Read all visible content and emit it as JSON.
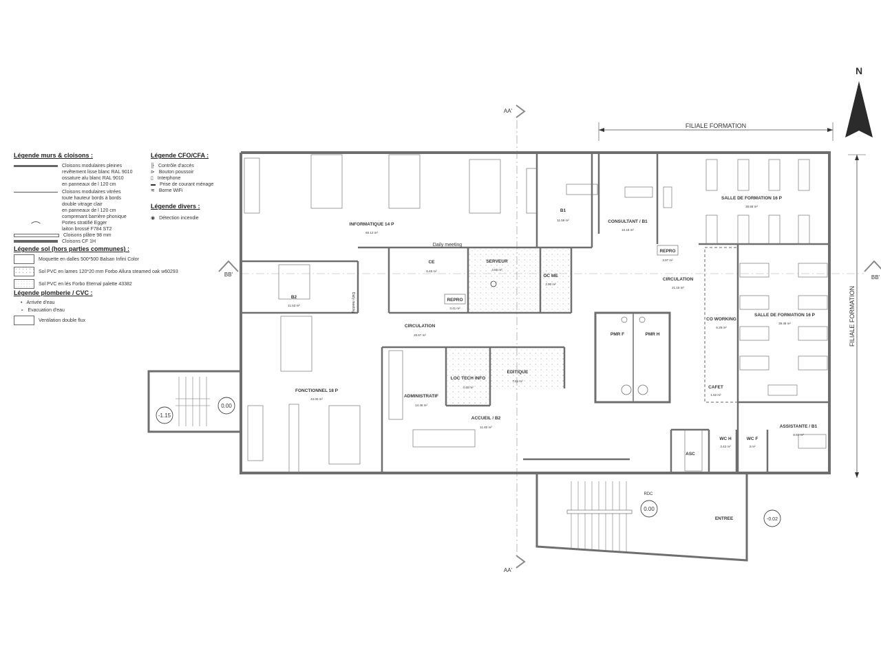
{
  "plan": {
    "north_label": "N",
    "section_marks": {
      "aa_top": "AA'",
      "aa_bottom": "AA'",
      "bb_left": "BB'",
      "bb_right": "BB'"
    },
    "dimension_horizontal": "FILIALE FORMATION",
    "dimension_vertical": "FILIALE FORMATION",
    "levels": {
      "stair_lower": "-1.15",
      "stair_landing": "0.00",
      "rdc_label": "RDC",
      "rdc": "0.00",
      "entrance": "-0.02"
    },
    "annotation_daily": "Daily meeting",
    "annotation_daily_side": "Daily meeting"
  },
  "rooms": [
    {
      "id": "informatique",
      "name": "INFORMATIQUE 14 P",
      "area": "60.12 m²"
    },
    {
      "id": "b1",
      "name": "B1",
      "area": "11.59 m²"
    },
    {
      "id": "consultant",
      "name": "CONSULTANT / B1",
      "area": "10.18 m²"
    },
    {
      "id": "salle-formation-1",
      "name": "SALLE DE FORMATION 16 P",
      "area": "30.55 m²"
    },
    {
      "id": "repro-1",
      "name": "REPRO",
      "area": "3.97 m²"
    },
    {
      "id": "ce",
      "name": "CE",
      "area": "6.46 m²"
    },
    {
      "id": "repro-2",
      "name": "REPRO",
      "area": "3.41 m²"
    },
    {
      "id": "serveur",
      "name": "SERVEUR",
      "area": "4.65 m²"
    },
    {
      "id": "ocme",
      "name": "OC ME",
      "area": "2.90 m²"
    },
    {
      "id": "b2",
      "name": "B2",
      "area": "11.53 m²"
    },
    {
      "id": "circulation-1",
      "name": "CIRCULATION",
      "area": "20.67 m²"
    },
    {
      "id": "circulation-2",
      "name": "CIRCULATION",
      "area": "21.15 m²"
    },
    {
      "id": "fonctionnel",
      "name": "FONCTIONNEL 18 P",
      "area": "43.00 m²"
    },
    {
      "id": "administratif",
      "name": "ADMINISTRATIF",
      "area": "14.46 m²"
    },
    {
      "id": "loc-tech",
      "name": "LOC TECH INFO",
      "area": "4.45 m²"
    },
    {
      "id": "editique",
      "name": "EDITIQUE",
      "area": "7.61 m²"
    },
    {
      "id": "accueil",
      "name": "ACCUEIL / B2",
      "area": "11.82 m²"
    },
    {
      "id": "pmr-f",
      "name": "PMR F",
      "area": ""
    },
    {
      "id": "pmr-h",
      "name": "PMR H",
      "area": ""
    },
    {
      "id": "coworking",
      "name": "CO WORKING",
      "area": "6.29 m²"
    },
    {
      "id": "cafet",
      "name": "CAFET",
      "area": "1.62 m²"
    },
    {
      "id": "salle-formation-2",
      "name": "SALLE DE FORMATION 16 P",
      "area": "39.48 m²"
    },
    {
      "id": "assistante",
      "name": "ASSISTANTE / B1",
      "area": "8.91 m²"
    },
    {
      "id": "asc",
      "name": "ASC",
      "area": ""
    },
    {
      "id": "wc-h",
      "name": "WC H",
      "area": "3.42 m²"
    },
    {
      "id": "wc-f",
      "name": "WC F",
      "area": "3 m²"
    },
    {
      "id": "entree",
      "name": "ENTREE",
      "area": ""
    }
  ],
  "legend": {
    "walls": {
      "title": "Légende murs & cloisons :",
      "items": [
        {
          "symbol": "wall-full",
          "text": "Cloisons modulaires pleines\nrevêtement lisse blanc RAL 9010\nossature alu blanc RAL 9010\nen panneaux de l 120 cm"
        },
        {
          "symbol": "wall-glazed",
          "text": "Cloisons modulaires vitrées\ntoute hauteur bords à bords\ndouble vitrage clair\nen panneaux de l 120 cm\ncomprenant barrière phonique"
        },
        {
          "symbol": "door",
          "text": "Portes stratifié Egger\nlaiton brossé F784 ST2"
        },
        {
          "symbol": "wall-plaster",
          "text": "Cloisons plâtre 98 mm"
        },
        {
          "symbol": "wall-cf",
          "text": "Cloisons CF 1H"
        }
      ]
    },
    "cfo": {
      "title": "Légende CFO/CFA :",
      "items": [
        {
          "icon": "access-control-icon",
          "text": "Contrôle d'accès"
        },
        {
          "icon": "push-button-icon",
          "text": "Bouton poussoir"
        },
        {
          "icon": "intercom-icon",
          "text": "Interphone"
        },
        {
          "icon": "power-outlet-icon",
          "text": "Prise de courant ménage"
        },
        {
          "icon": "wifi-icon",
          "text": "Borne WiFi"
        }
      ]
    },
    "divers": {
      "title": "Légende divers :",
      "items": [
        {
          "icon": "fire-detector-icon",
          "text": "Détection incendie"
        }
      ]
    },
    "floor": {
      "title": "Légende sol (hors parties communes) :",
      "items": [
        {
          "pattern": "plain",
          "text": "Moquette en dalles 500*500 Balsan Infini Color"
        },
        {
          "pattern": "dots",
          "text": "Sol PVC en lames 120*20 mm Forbo Allura steamed oak w60293"
        },
        {
          "pattern": "dots-fine",
          "text": "Sol PVC en lés Forbo Eternal palette 43382"
        }
      ]
    },
    "plumbing": {
      "title": "Légende plomberie / CVC :",
      "items": [
        {
          "symbol": "dot-filled",
          "text": "Arrivée d'eau"
        },
        {
          "symbol": "dot-hollow",
          "text": "Evacuation d'eau"
        },
        {
          "symbol": "box",
          "text": "Ventilation double flux"
        }
      ]
    }
  },
  "colors": {
    "wall": "#6e6e6e",
    "line": "#555555",
    "text": "#333333",
    "hatch": "#9a9a9a"
  }
}
